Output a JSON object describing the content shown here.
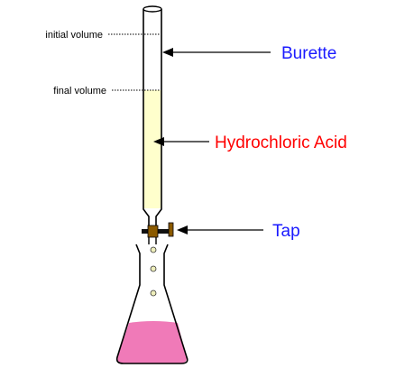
{
  "labels": {
    "initial_volume": "initial volume",
    "final_volume": "final volume",
    "burette": "Burette",
    "hydrochloric_acid": "Hydrochloric Acid",
    "tap": "Tap"
  },
  "colors": {
    "burette_label": "#1a1aff",
    "acid_label": "#ff0000",
    "tap_label": "#1a1aff",
    "acid_fill": "#ffffcc",
    "flask_liquid": "#f07ab8",
    "tap_handle": "#8b5a00",
    "drops": "#eeeebb"
  },
  "icons": {
    "burette": "burette-icon",
    "flask": "conical-flask-icon",
    "tap": "stopcock-icon"
  }
}
